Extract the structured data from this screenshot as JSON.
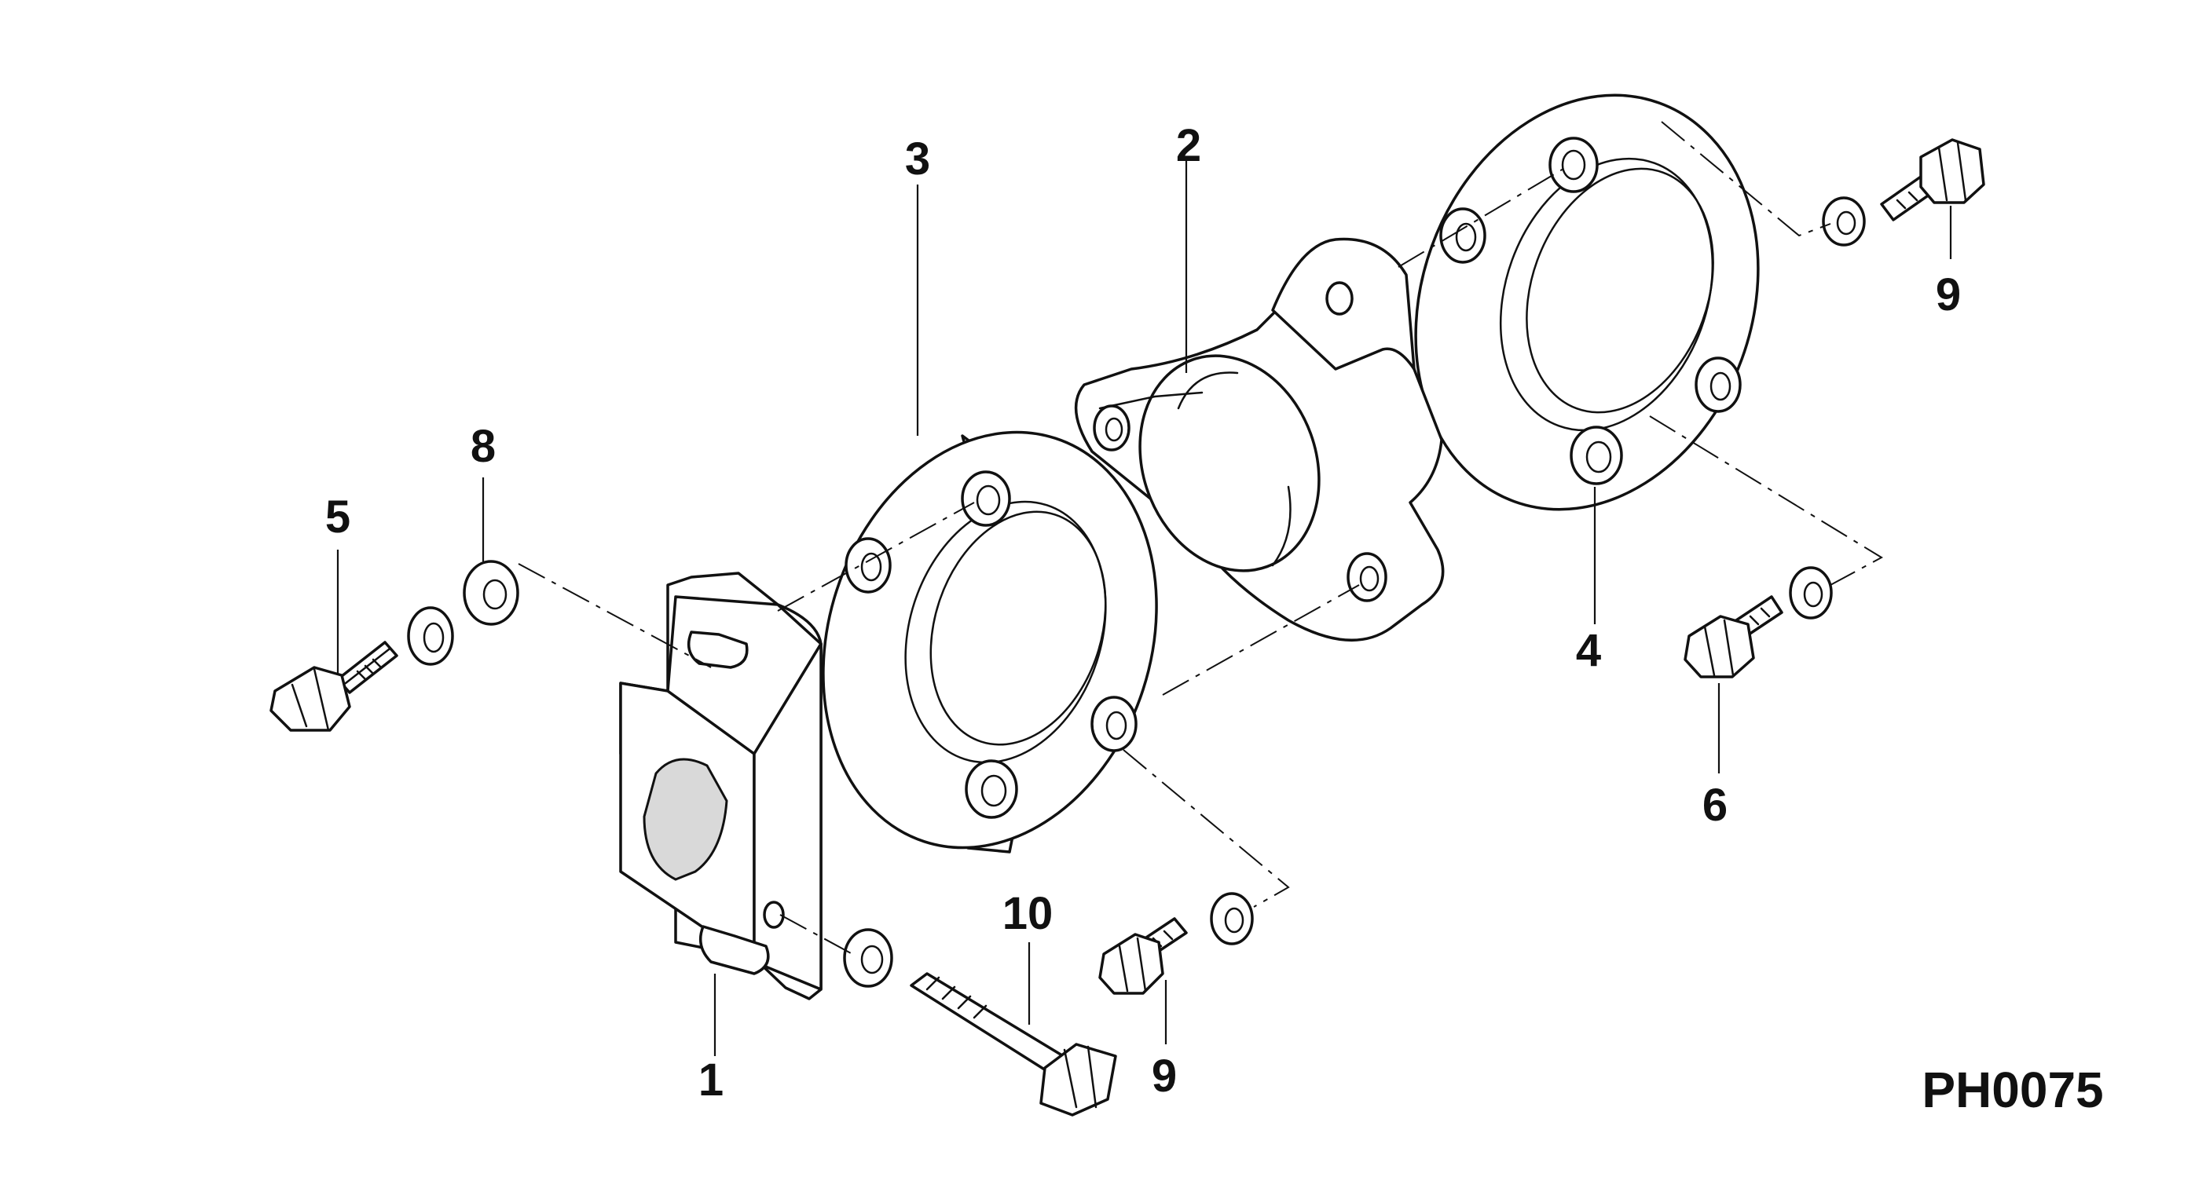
{
  "diagram": {
    "callouts": [
      {
        "id": "1",
        "text": "1"
      },
      {
        "id": "2",
        "text": "2"
      },
      {
        "id": "3",
        "text": "3"
      },
      {
        "id": "4",
        "text": "4"
      },
      {
        "id": "5",
        "text": "5"
      },
      {
        "id": "6",
        "text": "6"
      },
      {
        "id": "8",
        "text": "8"
      },
      {
        "id": "9a",
        "text": "9"
      },
      {
        "id": "9b",
        "text": "9"
      },
      {
        "id": "10",
        "text": "10"
      }
    ],
    "figure_code": "PH0075"
  },
  "style": {
    "ink": "#111111",
    "paper": "#ffffff"
  }
}
